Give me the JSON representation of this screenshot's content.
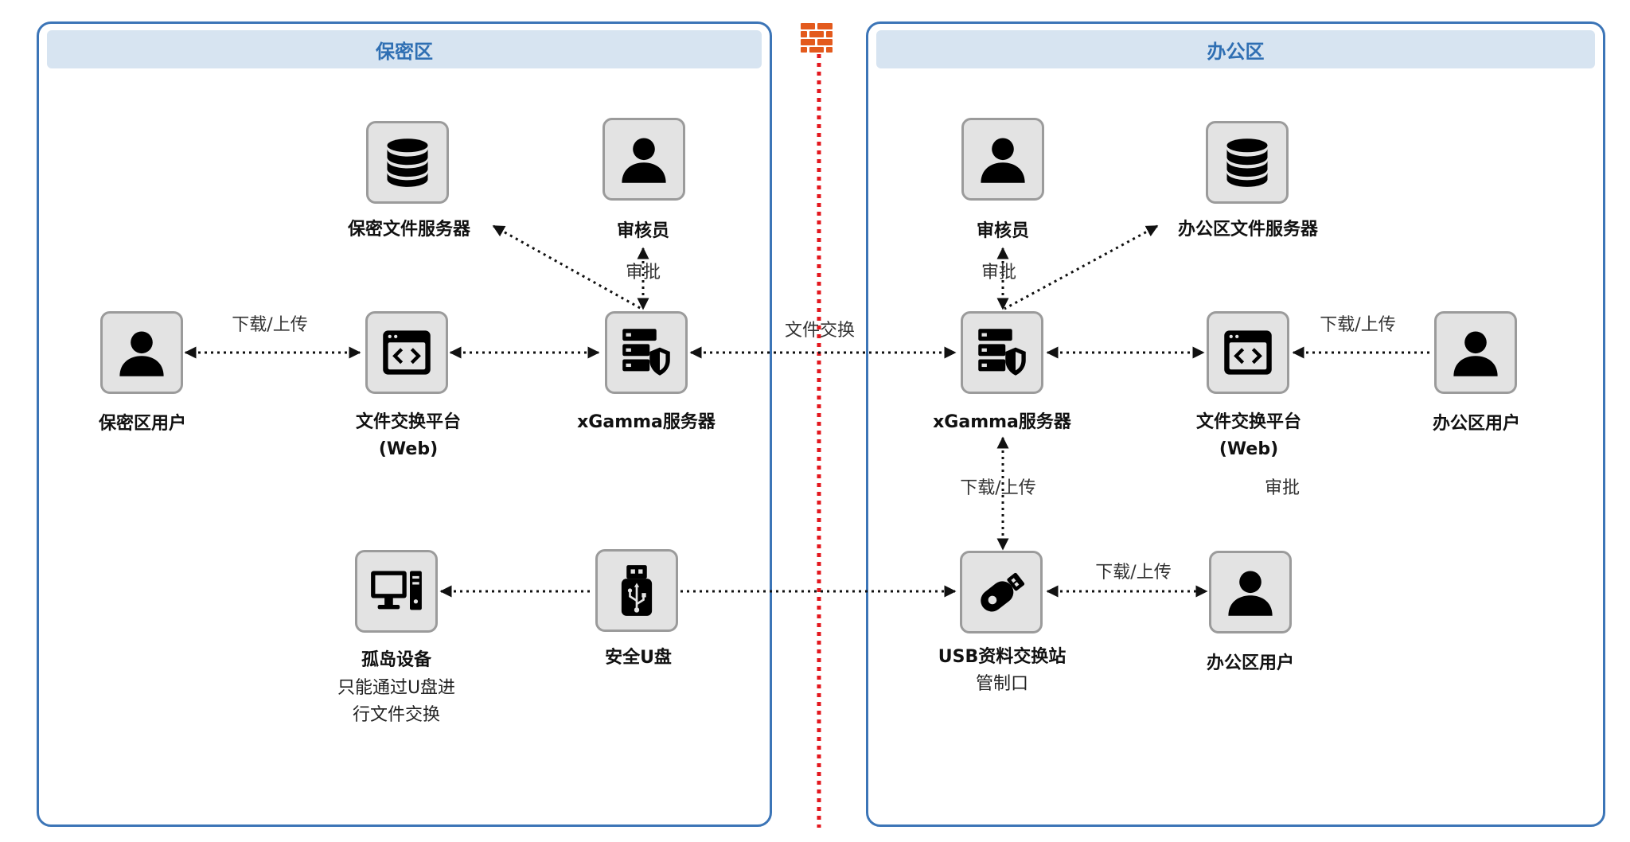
{
  "zones": {
    "left": {
      "title": "保密区"
    },
    "right": {
      "title": "办公区"
    }
  },
  "nodes": {
    "l_file_server": {
      "label": "保密文件服务器",
      "icon": "database-icon"
    },
    "l_auditor": {
      "label": "审核员",
      "icon": "user-icon"
    },
    "l_user": {
      "label": "保密区用户",
      "icon": "user-icon"
    },
    "l_platform": {
      "label": "文件交换平台",
      "sub": "(Web)",
      "icon": "code-window-icon"
    },
    "l_xgamma": {
      "label": "xGamma服务器",
      "icon": "server-shield-icon"
    },
    "l_island": {
      "label": "孤岛设备",
      "desc1": "只能通过U盘进",
      "desc2": "行文件交换",
      "icon": "desktop-computer-icon"
    },
    "l_usb": {
      "label": "安全U盘",
      "icon": "usb-drive-icon"
    },
    "r_auditor": {
      "label": "审核员",
      "icon": "user-icon"
    },
    "r_file_server": {
      "label": "办公区文件服务器",
      "icon": "database-icon"
    },
    "r_xgamma": {
      "label": "xGamma服务器",
      "icon": "server-shield-icon"
    },
    "r_platform": {
      "label": "文件交换平台",
      "sub": "(Web)",
      "icon": "code-window-icon"
    },
    "r_user": {
      "label": "办公区用户",
      "icon": "user-icon"
    },
    "r_station": {
      "label": "USB资料交换站",
      "desc1": "管制口",
      "icon": "usb-station-icon"
    },
    "r_user2": {
      "label": "办公区用户",
      "icon": "user-icon"
    }
  },
  "edge_labels": {
    "l_download": "下载/上传",
    "l_approve": "审批",
    "exchange": "文件交换",
    "r_approve": "审批",
    "r_download": "下载/上传",
    "r_download2": "下载/上传",
    "r_approve2": "审批",
    "r_usb_download": "下载/上传"
  },
  "colors": {
    "zone_border": "#3c75b7",
    "zone_header_bg": "#d7e4f1",
    "zone_header_text": "#2f6fb3",
    "firewall": "#e35a1d",
    "boundary_line": "#e3171e"
  },
  "firewall_icon": "firewall-icon"
}
